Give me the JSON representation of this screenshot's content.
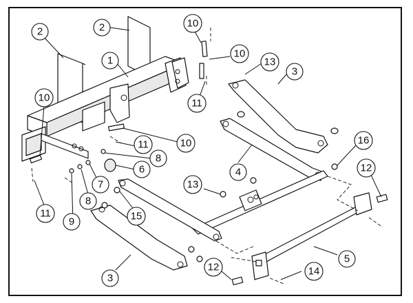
{
  "callouts": [
    {
      "id": "c2a",
      "label": "2"
    },
    {
      "id": "c2b",
      "label": "2"
    },
    {
      "id": "c1",
      "label": "1"
    },
    {
      "id": "c10a",
      "label": "10"
    },
    {
      "id": "c10b",
      "label": "10"
    },
    {
      "id": "c11a",
      "label": "11"
    },
    {
      "id": "c13a",
      "label": "13"
    },
    {
      "id": "c3a",
      "label": "3"
    },
    {
      "id": "c10c",
      "label": "10"
    },
    {
      "id": "c10d",
      "label": "10"
    },
    {
      "id": "c11b",
      "label": "11"
    },
    {
      "id": "c8a",
      "label": "8"
    },
    {
      "id": "c6",
      "label": "6"
    },
    {
      "id": "c7",
      "label": "7"
    },
    {
      "id": "c8b",
      "label": "8"
    },
    {
      "id": "c9",
      "label": "9"
    },
    {
      "id": "c11c",
      "label": "11"
    },
    {
      "id": "c4",
      "label": "4"
    },
    {
      "id": "c16",
      "label": "16"
    },
    {
      "id": "c12a",
      "label": "12"
    },
    {
      "id": "c13b",
      "label": "13"
    },
    {
      "id": "c15",
      "label": "15"
    },
    {
      "id": "c3b",
      "label": "3"
    },
    {
      "id": "c12b",
      "label": "12"
    },
    {
      "id": "c14",
      "label": "14"
    },
    {
      "id": "c5",
      "label": "5"
    }
  ]
}
